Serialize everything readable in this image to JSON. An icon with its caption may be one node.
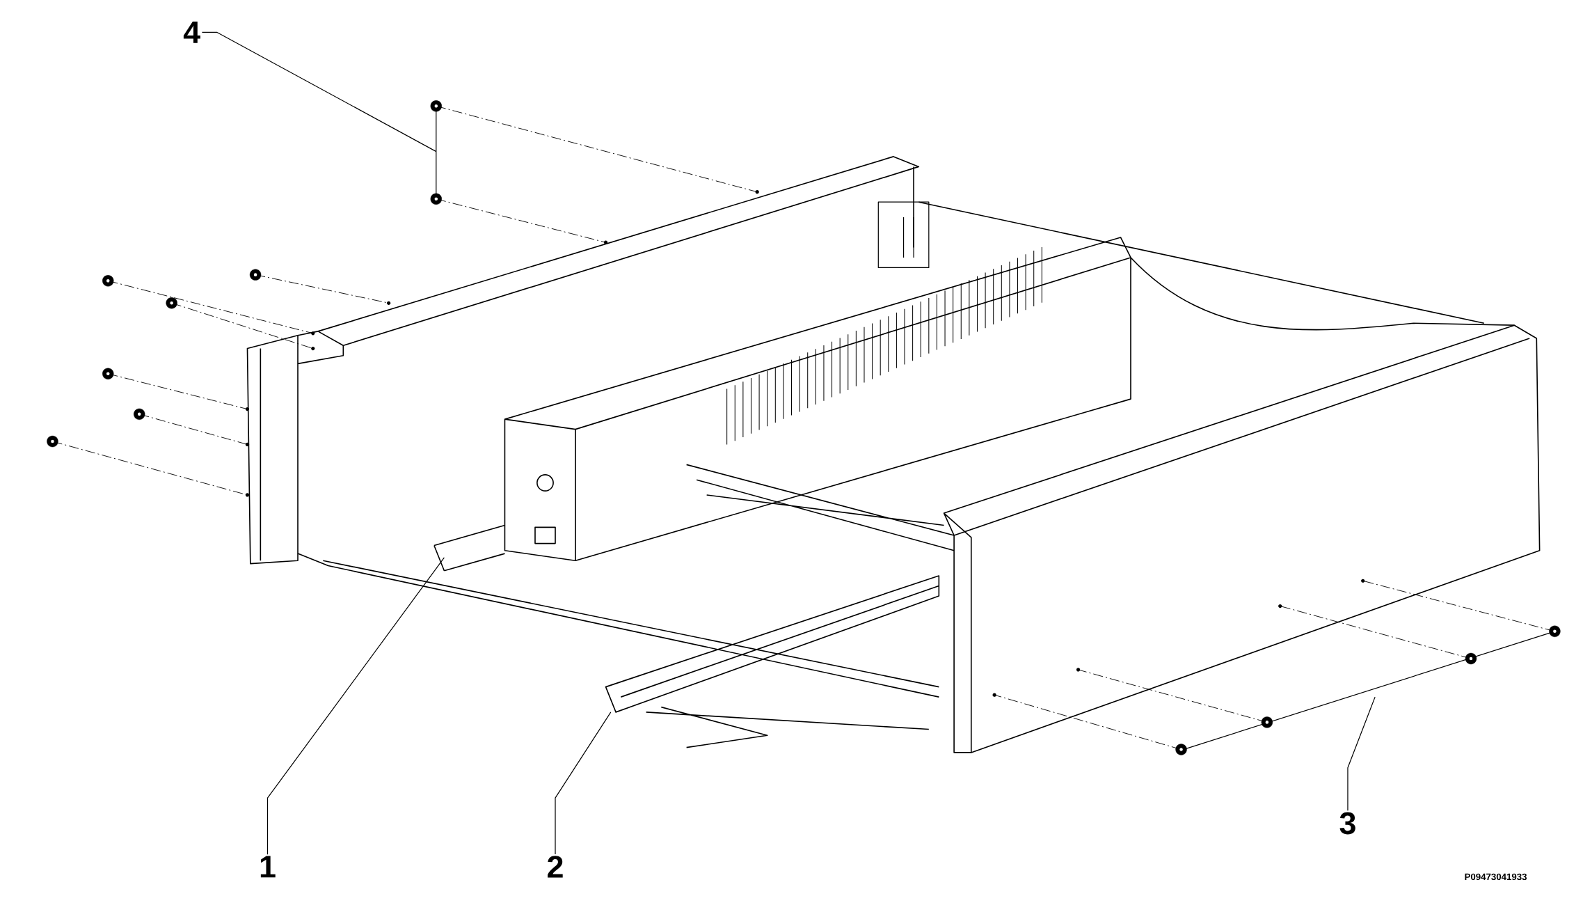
{
  "diagram": {
    "nodes": [
      {
        "text": [
          "4"
        ]
      },
      {
        "text": [
          "3"
        ]
      },
      {
        "text": [
          "1"
        ]
      },
      {
        "text": [
          "2"
        ]
      }
    ],
    "edges": [
      {
        "from": 0,
        "to": null,
        "arrow": "none"
      },
      {
        "from": 1,
        "to": null,
        "arrow": "none"
      },
      {
        "from": 2,
        "to": null,
        "arrow": "none"
      },
      {
        "from": 3,
        "to": null,
        "arrow": "none"
      }
    ],
    "labels": [
      "P09473041933"
    ]
  }
}
